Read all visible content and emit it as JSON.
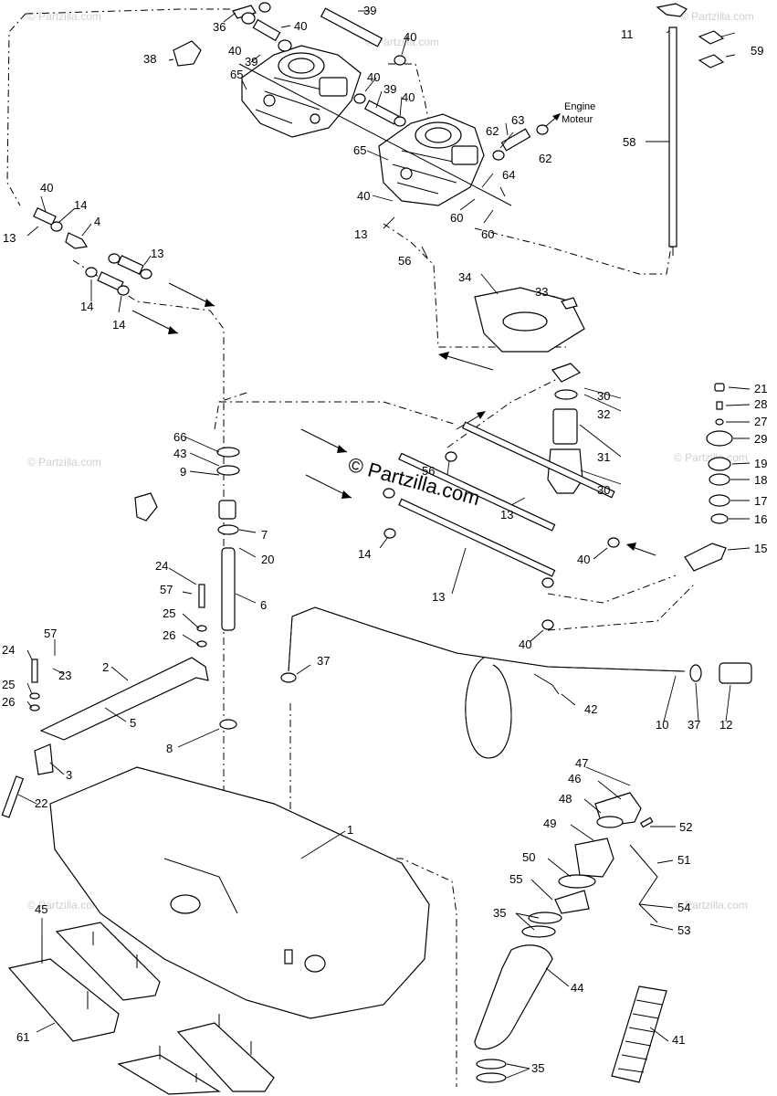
{
  "watermark": {
    "center": "© Partzilla.com",
    "faint": "© Partzilla.com"
  },
  "notes": {
    "engine_line1": "Engine",
    "engine_line2": "Moteur"
  },
  "callouts": {
    "c1": "1",
    "c2": "2",
    "c3": "3",
    "c4": "4",
    "c5": "5",
    "c6": "6",
    "c7": "7",
    "c8": "8",
    "c9": "9",
    "c10": "10",
    "c11": "11",
    "c12": "12",
    "c13a": "13",
    "c13b": "13",
    "c13c": "13",
    "c13d": "13",
    "c13e": "13",
    "c14a": "14",
    "c14b": "14",
    "c14c": "14",
    "c14d": "14",
    "c15": "15",
    "c16": "16",
    "c17": "17",
    "c18": "18",
    "c19": "19",
    "c20": "20",
    "c21": "21",
    "c22": "22",
    "c23": "23",
    "c24a": "24",
    "c24b": "24",
    "c25a": "25",
    "c25b": "25",
    "c26a": "26",
    "c26b": "26",
    "c27": "27",
    "c28": "28",
    "c29": "29",
    "c30a": "30",
    "c30b": "30",
    "c31": "31",
    "c32": "32",
    "c33": "33",
    "c34": "34",
    "c35a": "35",
    "c35b": "35",
    "c36": "36",
    "c37a": "37",
    "c37b": "37",
    "c38": "38",
    "c39a": "39",
    "c39b": "39",
    "c39c": "39",
    "c40a": "40",
    "c40b": "40",
    "c40c": "40",
    "c40d": "40",
    "c40e": "40",
    "c40f": "40",
    "c40g": "40",
    "c40h": "40",
    "c40i": "40",
    "c41": "41",
    "c42": "42",
    "c43": "43",
    "c44": "44",
    "c45": "45",
    "c46": "46",
    "c47": "47",
    "c48": "48",
    "c49": "49",
    "c50": "50",
    "c51": "51",
    "c52": "52",
    "c53": "53",
    "c54": "54",
    "c55": "55",
    "c56a": "56",
    "c56b": "56",
    "c57a": "57",
    "c57b": "57",
    "c58": "58",
    "c59": "59",
    "c60a": "60",
    "c60b": "60",
    "c61": "61",
    "c62a": "62",
    "c62b": "62",
    "c63": "63",
    "c64": "64",
    "c65a": "65",
    "c65b": "65",
    "c66": "66"
  }
}
